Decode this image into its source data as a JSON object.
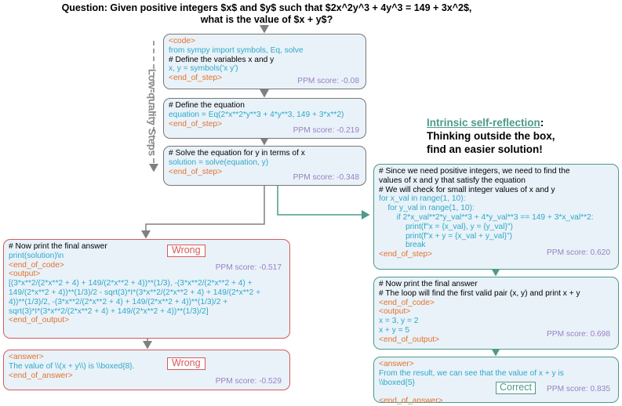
{
  "question": {
    "line1": "Question: Given positive integers $x$ and $y$ such that $2x^2y^3 + 4y^3 = 149 + 3x^2$,",
    "line2": "what is the value of $x + y$?"
  },
  "side_label": "Low-quality Steps",
  "reflection": {
    "title": "Intrinsic self-reflection",
    "colon": ":",
    "line2": "Thinking outside the box,",
    "line3": "find an easier solution!"
  },
  "steps": [
    {
      "lines": [
        {
          "text": "<code>",
          "style": "o"
        },
        {
          "text": "from sympy import symbols, Eq, solve",
          "style": "c"
        },
        {
          "text": "# Define the variables x and y",
          "style": "k"
        },
        {
          "text": "x, y = symbols('x y')",
          "style": "c"
        },
        {
          "text": "<end_of_step>",
          "style": "o"
        }
      ],
      "ppm": "PPM score: -0.08"
    },
    {
      "lines": [
        {
          "text": "# Define the equation",
          "style": "k"
        },
        {
          "text": "equation = Eq(2*x**2*y**3 + 4*y**3, 149 + 3*x**2)",
          "style": "c"
        },
        {
          "text": "<end_of_step>",
          "style": "o"
        }
      ],
      "ppm": "PPM score: -0.219"
    },
    {
      "lines": [
        {
          "text": "# Solve the equation for y in terms of x",
          "style": "k"
        },
        {
          "text": "solution = solve(equation, y)",
          "style": "c"
        },
        {
          "text": "<end_of_step>",
          "style": "o"
        }
      ],
      "ppm": "PPM score: -0.348"
    }
  ],
  "wrong_boxes": [
    {
      "lines": [
        {
          "text": "# Now print the final answer",
          "style": "k"
        },
        {
          "text": "print(solution)\\n",
          "style": "c"
        },
        {
          "text": "<end_of_code>",
          "style": "o"
        },
        {
          "text": "<output>",
          "style": "o"
        },
        {
          "text": "[(3*x**2/(2*x**2 + 4) + 149/(2*x**2 + 4))**(1/3), -(3*x**2/(2*x**2 + 4) +",
          "style": "c"
        },
        {
          "text": "149/(2*x**2 + 4))**(1/3)/2 - sqrt(3)*I*(3*x**2/(2*x**2 + 4) + 149/(2*x**2 +",
          "style": "c"
        },
        {
          "text": "4))**(1/3)/2, -(3*x**2/(2*x**2 + 4) + 149/(2*x**2 + 4))**(1/3)/2 +",
          "style": "c"
        },
        {
          "text": "sqrt(3)*I*(3*x**2/(2*x**2 + 4) + 149/(2*x**2 + 4))**(1/3)/2]",
          "style": "c"
        },
        {
          "text": "<end_of_output>",
          "style": "o"
        }
      ],
      "badge": "Wrong",
      "ppm": "PPM score: -0.517"
    },
    {
      "lines": [
        {
          "text": "<answer>",
          "style": "o"
        },
        {
          "text": "The value of \\\\(x + y\\\\) is \\\\boxed{8}.",
          "style": "c"
        },
        {
          "text": "<end_of_answer>",
          "style": "o"
        }
      ],
      "badge": "Wrong",
      "ppm": "PPM score: -0.529"
    }
  ],
  "right_boxes": [
    {
      "lines": [
        {
          "text": "# Since we need positive integers, we need to find the",
          "style": "k"
        },
        {
          "text": "values of x and y that satisfy the equation",
          "style": "k"
        },
        {
          "text": "# We will check for small integer values of x and y",
          "style": "k"
        },
        {
          "text": "for x_val in range(1, 10):",
          "style": "c"
        },
        {
          "text": "    for y_val in range(1, 10):",
          "style": "c"
        },
        {
          "text": "        if 2*x_val**2*y_val**3 + 4*y_val**3 == 149 + 3*x_val**2:",
          "style": "c"
        },
        {
          "text": "            print(f\"x = {x_val}, y = {y_val}\")",
          "style": "c"
        },
        {
          "text": "            print(f\"x + y = {x_val + y_val}\")",
          "style": "c"
        },
        {
          "text": "            break",
          "style": "c"
        },
        {
          "text": "<end_of_step>",
          "style": "o"
        }
      ],
      "ppm": "PPM score: 0.620"
    },
    {
      "lines": [
        {
          "text": "# Now print the final answer",
          "style": "k"
        },
        {
          "text": "# The loop will find the first valid pair (x, y) and print x + y",
          "style": "k"
        },
        {
          "text": "<end_of_code>",
          "style": "o"
        },
        {
          "text": "<output>",
          "style": "o"
        },
        {
          "text": "x = 3, y = 2",
          "style": "c"
        },
        {
          "text": "x + y = 5",
          "style": "c"
        },
        {
          "text": "<end_of_output>",
          "style": "o"
        }
      ],
      "ppm": "PPM score: 0.698"
    },
    {
      "lines": [
        {
          "text": "<answer>",
          "style": "o"
        },
        {
          "text": "From the result, we can see that the value of x + y is",
          "style": "c"
        },
        {
          "text": "\\\\boxed{5}",
          "style": "c"
        },
        {
          "text": "",
          "style": "c"
        },
        {
          "text": "<end_of_answer>",
          "style": "o"
        }
      ],
      "badge": "Correct",
      "ppm": "PPM score: 0.835"
    }
  ]
}
